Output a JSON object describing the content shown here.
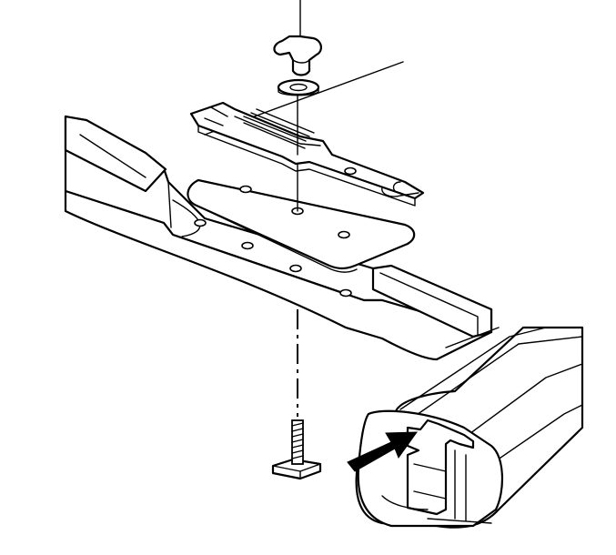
{
  "figure": {
    "parts": [
      {
        "name": "knob"
      },
      {
        "name": "washer"
      },
      {
        "name": "clamp-bracket"
      },
      {
        "name": "mounting-plate"
      },
      {
        "name": "side-rail"
      },
      {
        "name": "t-bolt"
      },
      {
        "name": "crossbar"
      },
      {
        "name": "slot-arrow"
      }
    ]
  }
}
